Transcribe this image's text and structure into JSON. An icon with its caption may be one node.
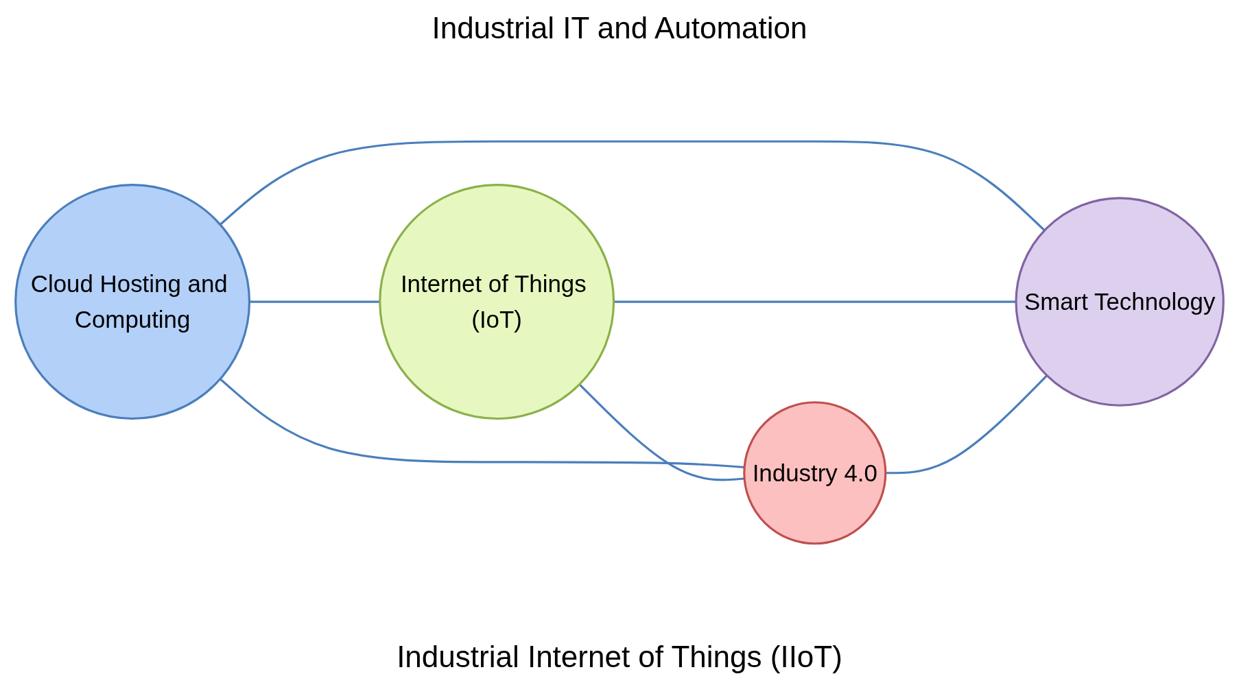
{
  "diagram": {
    "nodes": [
      {
        "text": [
          "Cloud Hosting and Computing"
        ]
      },
      {
        "text": [
          "Internet of Things (IoT)"
        ]
      },
      {
        "text": [
          "Industry 4.0"
        ]
      },
      {
        "text": [
          "Smart Technology"
        ]
      }
    ],
    "edges": [
      {
        "from": 0,
        "to": 1,
        "arrow": "none"
      },
      {
        "from": 0,
        "to": 3,
        "arrow": "none"
      },
      {
        "from": 0,
        "to": 2,
        "arrow": "none"
      },
      {
        "from": 1,
        "to": 2,
        "arrow": "none"
      },
      {
        "from": 1,
        "to": 3,
        "arrow": "none"
      },
      {
        "from": 2,
        "to": 3,
        "arrow": "none"
      }
    ],
    "labels": [
      "Industrial IT and Automation",
      "Industrial Internet of Things (IIoT)"
    ]
  }
}
